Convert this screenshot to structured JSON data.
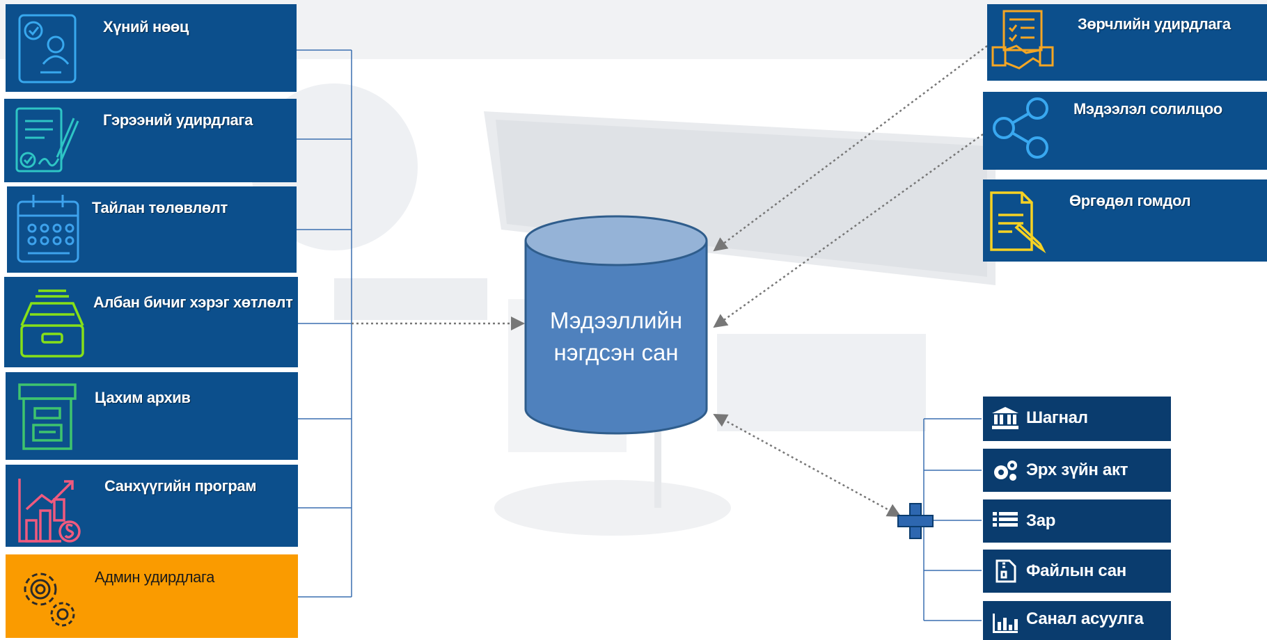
{
  "left_modules": [
    {
      "label": "Хүний нөөц",
      "icon": "hr-profile-icon"
    },
    {
      "label": "Гэрээний удирдлага",
      "icon": "contract-sign-icon"
    },
    {
      "label": "Тайлан төлөвлөлт",
      "icon": "calendar-plan-icon"
    },
    {
      "label": "Албан бичиг хэрэг хөтлөлт",
      "icon": "document-tray-icon"
    },
    {
      "label": "Цахим архив",
      "icon": "archive-box-icon"
    },
    {
      "label": "Санхүүгийн програм",
      "icon": "finance-chart-icon"
    },
    {
      "label": "Админ удирдлага",
      "icon": "gears-icon"
    }
  ],
  "right_modules": [
    {
      "label": "Зөрчлийн удирдлага",
      "icon": "handshake-doc-icon"
    },
    {
      "label": "Мэдээлэл солилцоо",
      "icon": "share-icon"
    },
    {
      "label": "Өргөдөл гомдол",
      "icon": "complaint-doc-icon"
    }
  ],
  "extra_modules": [
    {
      "label": "Шагнал",
      "icon": "institution-icon"
    },
    {
      "label": "Эрх зүйн акт",
      "icon": "cogs-icon"
    },
    {
      "label": "Зар",
      "icon": "list-icon"
    },
    {
      "label": "Файлын сан",
      "icon": "zip-file-icon"
    },
    {
      "label": "Санал асуулга",
      "icon": "bar-chart-icon"
    }
  ],
  "database": {
    "line1": "Мэдээллийн",
    "line2": "нэгдсэн сан"
  },
  "colors": {
    "module_blue": "#0c4f8c",
    "admin_orange": "#fa9b00",
    "db_blue": "#4f81bd",
    "small_blue": "#0a3c6e",
    "connector": "#3a6fb0"
  }
}
